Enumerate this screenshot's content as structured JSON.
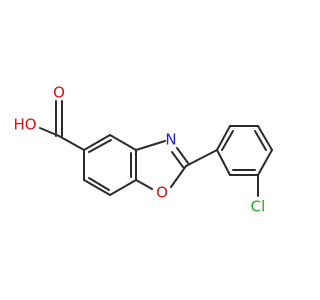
{
  "molecule": {
    "atom_labels": {
      "hydroxyl": "HO",
      "carbonyl_oxygen": "O",
      "ring_nitrogen": "N",
      "ring_oxygen": "O",
      "chlorine": "Cl"
    }
  },
  "colors": {
    "bond": "#2b2b2b",
    "oxygen": "#e01010",
    "nitrogen": "#2222dd",
    "chlorine": "#22aa22",
    "background": "#ffffff"
  }
}
